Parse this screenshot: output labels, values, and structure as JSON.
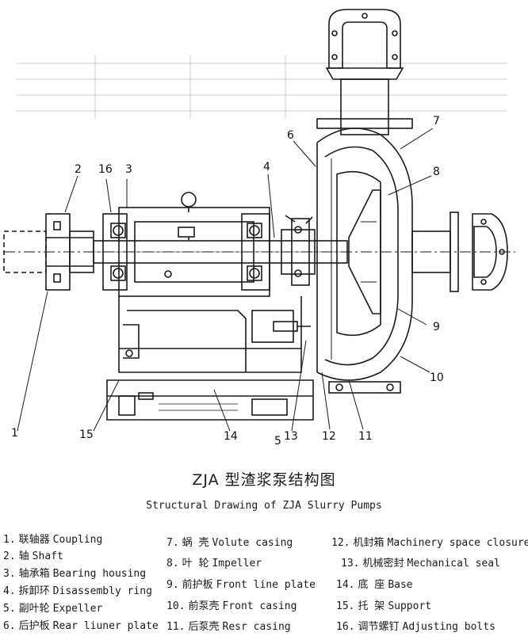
{
  "title_cn": "ZJA 型渣浆泵结构图",
  "title_en": "Structural Drawing of ZJA Slurry Pumps",
  "callouts": [
    "1",
    "2",
    "3",
    "4",
    "5",
    "6",
    "7",
    "8",
    "9",
    "10",
    "11",
    "12",
    "13",
    "14",
    "15",
    "16"
  ],
  "legend": [
    {
      "num": "1.",
      "cn": "联轴器",
      "en": "Coupling"
    },
    {
      "num": "2.",
      "cn": "轴",
      "en": "Shaft"
    },
    {
      "num": "3.",
      "cn": "轴承箱",
      "en": "Bearing housing"
    },
    {
      "num": "4.",
      "cn": "拆卸环",
      "en": "Disassembly ring"
    },
    {
      "num": "5.",
      "cn": "副叶轮",
      "en": "Expeller"
    },
    {
      "num": "6.",
      "cn": "后护板",
      "en": "Rear liuner plate"
    },
    {
      "num": "7.",
      "cn": "蜗 壳",
      "en": "Volute casing"
    },
    {
      "num": "8.",
      "cn": "叶 轮",
      "en": "Impeller"
    },
    {
      "num": "9.",
      "cn": "前护板",
      "en": "Front line plate"
    },
    {
      "num": "10.",
      "cn": "前泵壳",
      "en": "Front casing"
    },
    {
      "num": "11.",
      "cn": "后泵壳",
      "en": "Resr casing"
    },
    {
      "num": "12.",
      "cn": "机封箱",
      "en": "Machinery space closure"
    },
    {
      "num": "13.",
      "cn": "机械密封",
      "en": "Mechanical seal"
    },
    {
      "num": "14.",
      "cn": "底   座",
      "en": "Base"
    },
    {
      "num": "15.",
      "cn": "托   架",
      "en": "Support"
    },
    {
      "num": "16.",
      "cn": "调节螺钉",
      "en": "Adjusting bolts"
    }
  ]
}
